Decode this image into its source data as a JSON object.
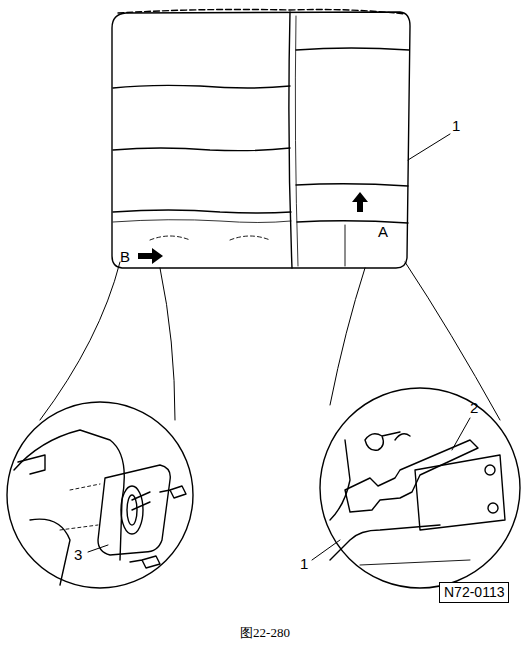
{
  "diagram": {
    "caption": "图22-280",
    "nodes": [
      {
        "text": [
          "N72-0113"
        ]
      }
    ],
    "edges": [],
    "labels": [
      "1",
      "A",
      "B",
      "3",
      "1",
      "2"
    ]
  }
}
